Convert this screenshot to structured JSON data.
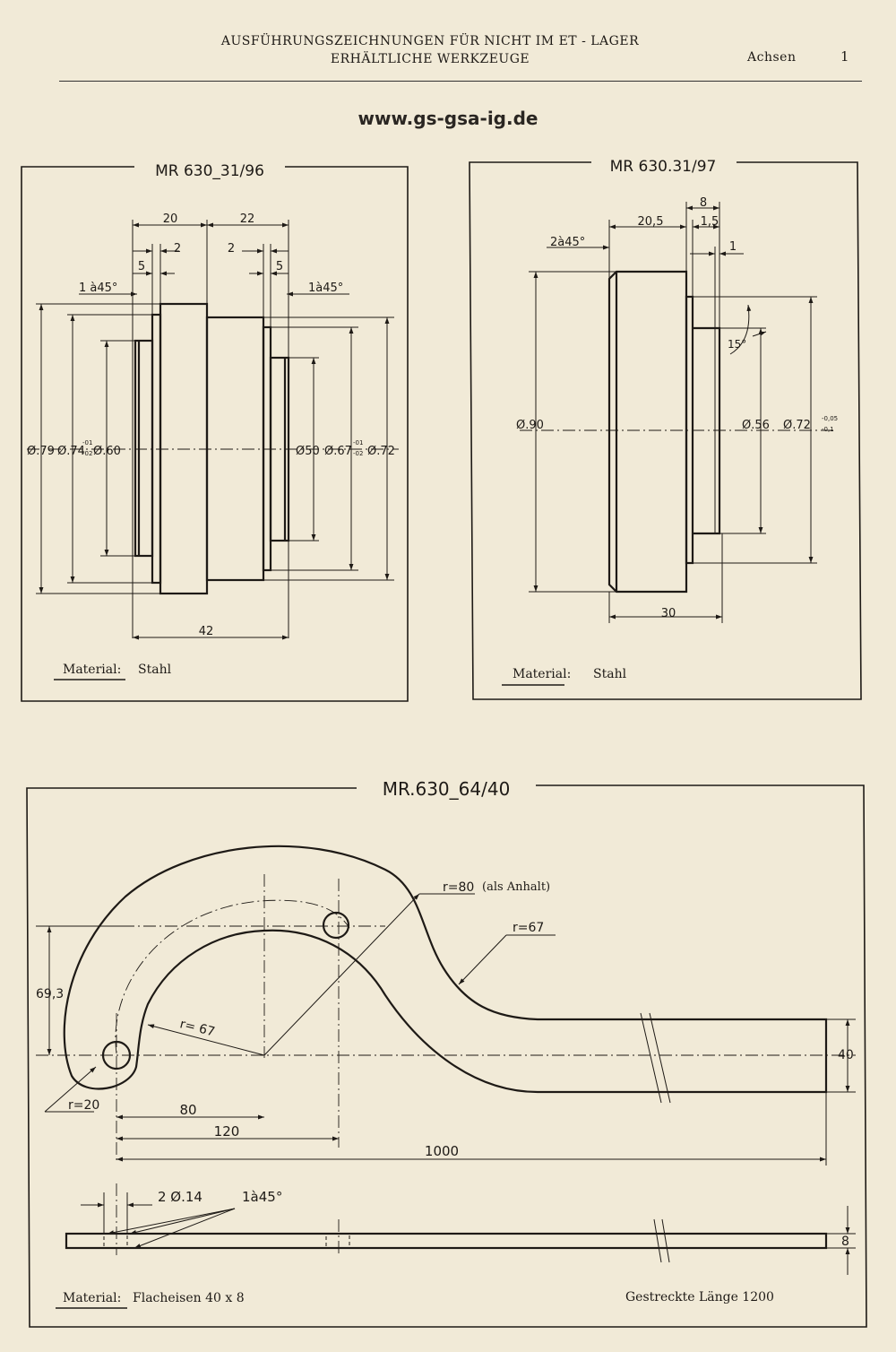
{
  "header": {
    "title_line1": "AUSFÜHRUNGSZEICHNUNGEN FÜR NICHT IM ET - LAGER",
    "title_line2": "ERHÄLTLICHE WERKZEUGE",
    "section": "Achsen",
    "page_number": "1"
  },
  "website": "www.gs-gsa-ig.de",
  "drawing1": {
    "title": "MR 630_31/96",
    "dims": {
      "d20": "20",
      "d22": "22",
      "d2a": "2",
      "d2b": "2",
      "d5a": "5",
      "d5b": "5",
      "cham_left": "1 à45°",
      "cham_right": "1à45°",
      "d79": "Ø.79",
      "d74": "Ø.74",
      "d74_tol": "-01",
      "d74_tol2": "-02",
      "d60": "Ø.60",
      "d50": "Ø50",
      "d67": "Ø.67",
      "d67_tol": "-01",
      "d67_tol2": "-02",
      "d72": "Ø.72",
      "d42": "42"
    },
    "material_label": "Material:",
    "material_value": "Stahl"
  },
  "drawing2": {
    "title": "MR 630.31/97",
    "dims": {
      "d8": "8",
      "d20_5": "20,5",
      "d1_5": "1,5",
      "cham": "2à45°",
      "d1": "1",
      "angle": "15°",
      "d90": "Ø.90",
      "d56": "Ø.56",
      "d72": "Ø.72",
      "d72_tol": "-0,05",
      "d72_tol2": "-0,1",
      "d30": "30"
    },
    "material_label": "Material:",
    "material_value": "Stahl"
  },
  "drawing3": {
    "title": "MR.630_64/40",
    "dims": {
      "r80": "r=80",
      "r80_note": "(als Anhalt)",
      "r67a": "r=67",
      "r67b": "r= 67",
      "d69_3": "69,3",
      "r20": "r=20",
      "d80": "80",
      "d120": "120",
      "d1000": "1000",
      "d40": "40",
      "holes": "2 Ø.14",
      "cham": "1à45°",
      "d8": "8"
    },
    "material_label": "Material:",
    "material_value": "Flacheisen 40 x 8",
    "stretched_length": "Gestreckte Länge  1200"
  }
}
